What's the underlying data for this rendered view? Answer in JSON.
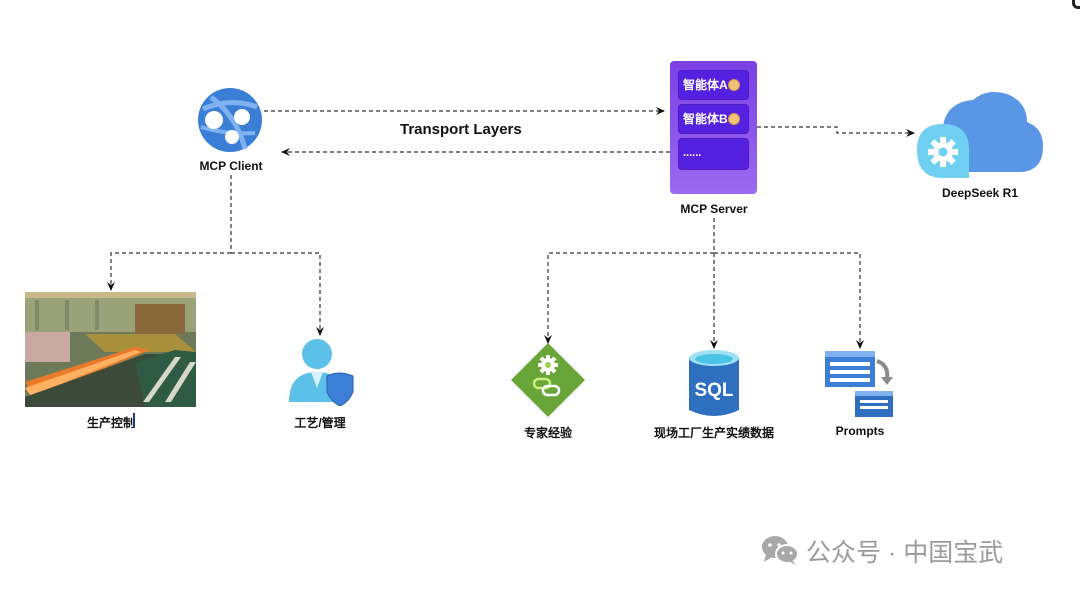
{
  "diagram": {
    "title": "MCP architecture with DeepSeek R1",
    "transport_label": "Transport  Layers",
    "nodes": {
      "mcp_client": {
        "label": "MCP Client",
        "icon": "globe-network-icon"
      },
      "mcp_server": {
        "label": "MCP Server",
        "agents": [
          {
            "label": "智能体A",
            "status": "active"
          },
          {
            "label": "智能体B",
            "status": "active"
          },
          {
            "label": "......"
          }
        ]
      },
      "deepseek": {
        "label": "DeepSeek R1",
        "icon": "cloud-gear-icon"
      },
      "production_control": {
        "label": "生产控制",
        "icon": "steel-mill-photo"
      },
      "process_management": {
        "label": "工艺/管理",
        "icon": "user-shield-icon"
      },
      "expert_experience": {
        "label": "专家经验",
        "icon": "gear-link-diamond-icon"
      },
      "plant_data": {
        "label": "现场工厂生产实绩数据",
        "icon": "sql-database-icon",
        "icon_text": "SQL"
      },
      "prompts": {
        "label": "Prompts",
        "icon": "prompts-list-icon"
      }
    },
    "edges": [
      {
        "from": "mcp_client",
        "to": "mcp_server",
        "style": "dashed"
      },
      {
        "from": "mcp_server",
        "to": "mcp_client",
        "style": "dashed"
      },
      {
        "from": "mcp_server",
        "to": "deepseek",
        "style": "dashed"
      },
      {
        "from": "mcp_client",
        "to": "production_control",
        "style": "dashed"
      },
      {
        "from": "mcp_client",
        "to": "process_management",
        "style": "dashed"
      },
      {
        "from": "mcp_server",
        "to": "expert_experience",
        "style": "dashed"
      },
      {
        "from": "mcp_server",
        "to": "plant_data",
        "style": "dashed"
      },
      {
        "from": "mcp_server",
        "to": "prompts",
        "style": "dashed"
      }
    ],
    "colors": {
      "server_purple": "#7b3fe4",
      "agent_purple": "#5521e0",
      "client_blue": "#3a7fd5",
      "cloud_blue": "#5a96e6",
      "expert_green": "#6aa53a",
      "sql_blue": "#2f6fc0"
    }
  },
  "watermark": {
    "text": "公众号 · 中国宝武",
    "icon": "wechat-icon"
  }
}
